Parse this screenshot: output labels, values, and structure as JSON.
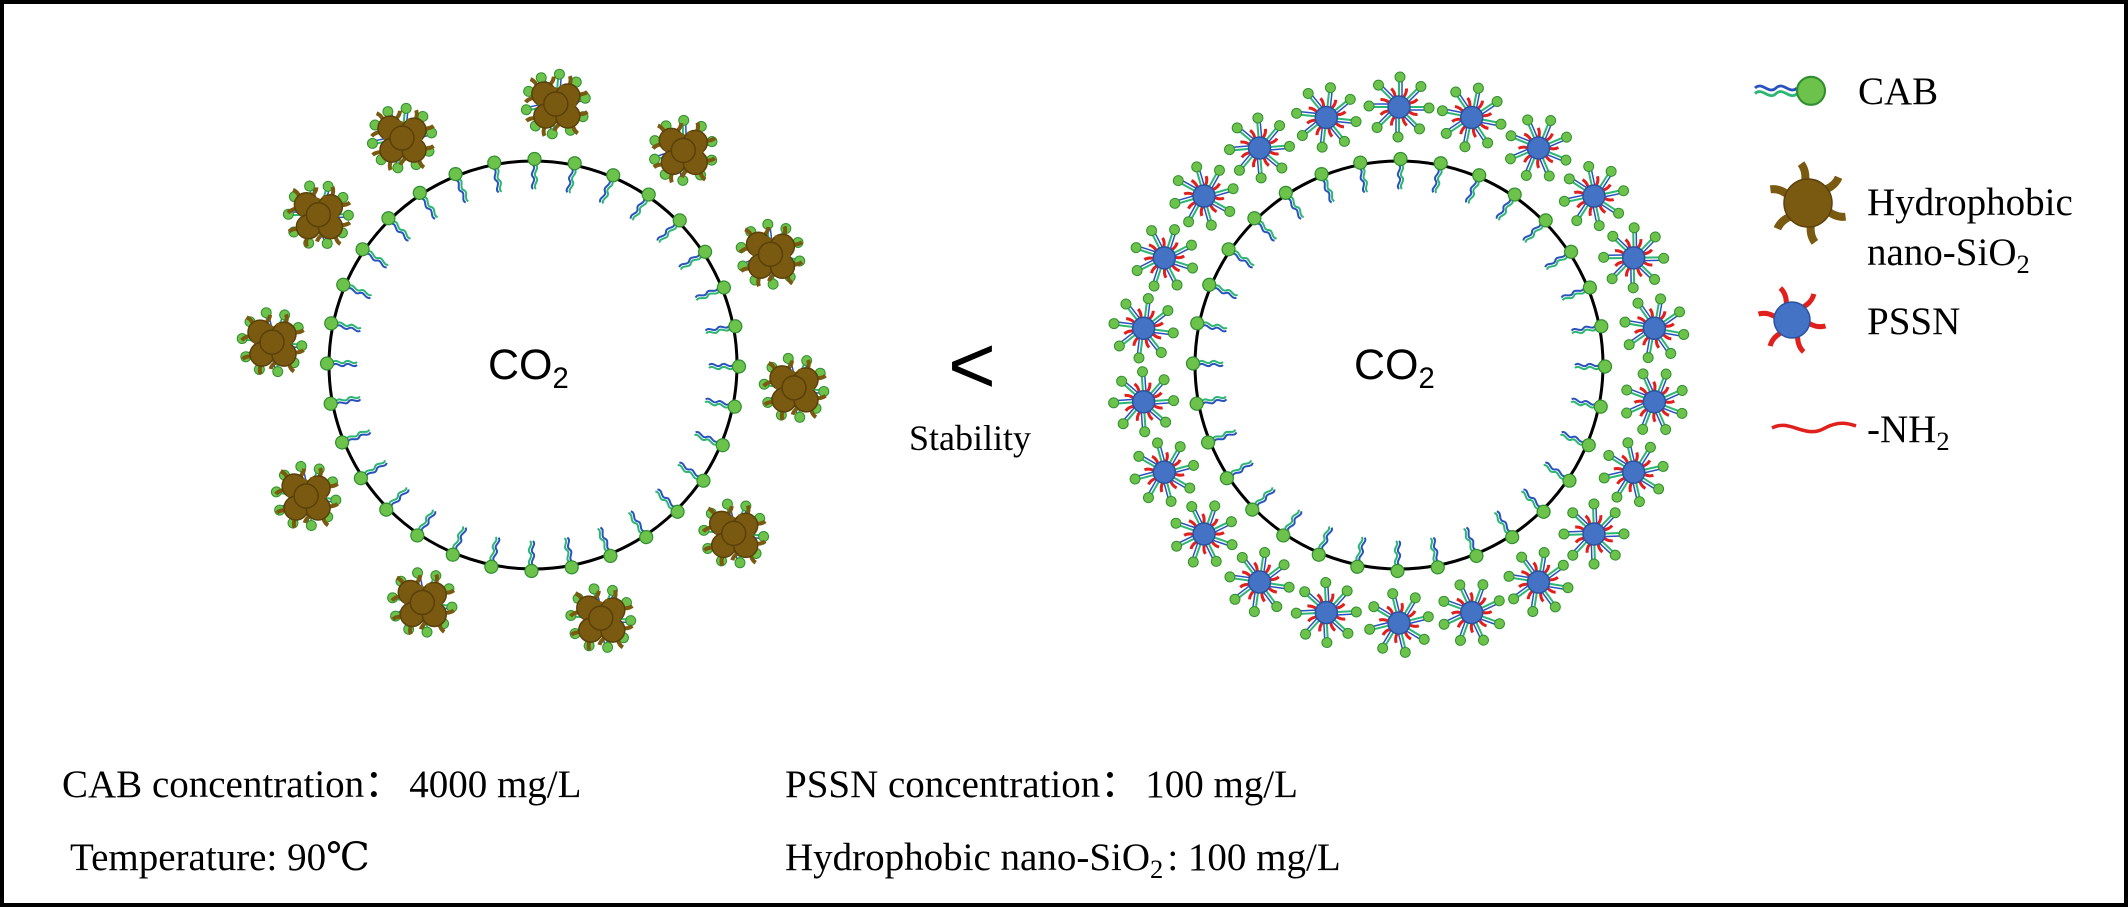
{
  "diagram": {
    "left_bubble_label": "CO",
    "left_bubble_label_sub": "2",
    "right_bubble_label": "CO",
    "right_bubble_label_sub": "2",
    "comparison_symbol": "<",
    "comparison_label": "Stability"
  },
  "legend": {
    "cab_label": "CAB",
    "hydrophobic_label_line1": "Hydrophobic",
    "hydrophobic_label_line2": "nano-SiO",
    "hydrophobic_label_line2_sub": "2",
    "pssn_label": "PSSN",
    "nh2_label": "-NH",
    "nh2_label_sub": "2"
  },
  "conditions": {
    "cab_concentration": "CAB concentration：",
    "cab_concentration_value": "4000 mg/L",
    "temperature": "Temperature: 90℃",
    "pssn_concentration": "PSSN concentration：",
    "pssn_concentration_value": "100 mg/L",
    "sio2_label": "Hydrophobic nano-SiO",
    "sio2_label_sub": "2",
    "sio2_value": ": 100 mg/L"
  },
  "colors": {
    "brown_particle": "#7a5a10",
    "pssn_blue": "#4472c4",
    "nh2_red": "#e0201c",
    "cab_head_green": "#6cc24a",
    "cab_tail_blue": "#2a52be",
    "cab_tail_green": "#2bb673"
  }
}
